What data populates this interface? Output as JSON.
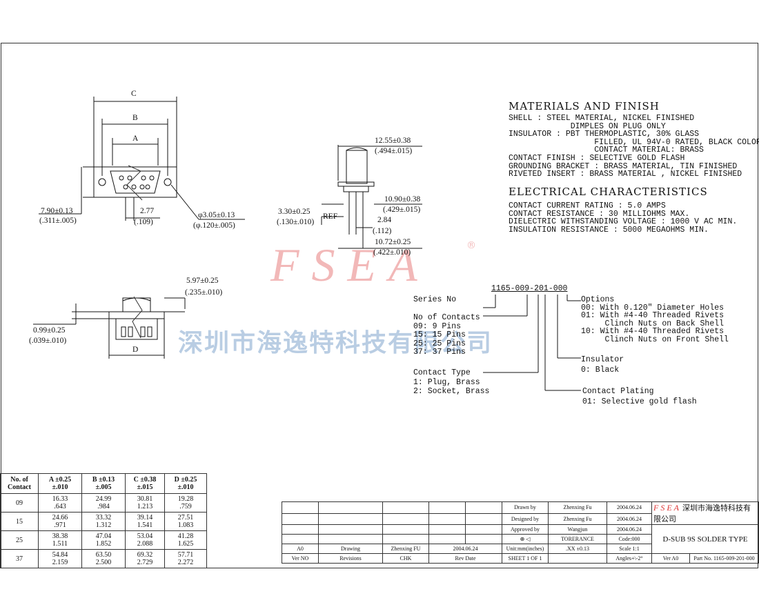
{
  "watermark": {
    "latin": "FSEA",
    "registered": "®",
    "company_cn": "深圳市海逸特科技有限公司"
  },
  "drawing1": {
    "label_c": "C",
    "label_b": "B",
    "label_a": "A",
    "dim_height": "7.90±0.13",
    "dim_height_in": "(.311±.005)",
    "dim_pitch": "2.77",
    "dim_pitch_in": "(.109)",
    "dim_hole": "φ3.05±0.13",
    "dim_hole_in": "(φ.120±.005)"
  },
  "drawing2": {
    "dim_depth": "12.55±0.38",
    "dim_depth_in": "(.494±.015)",
    "dim_body": "10.90±0.38",
    "dim_body_in": "(.429±.015)",
    "dim_flange": "3.30±0.25",
    "dim_flange_in": "(.130±.010)",
    "ref": "REF",
    "dim_pin": "2.84",
    "dim_pin_in": "(.112)",
    "dim_total": "10.72±0.25",
    "dim_total_in": "(.422±.010)"
  },
  "drawing3": {
    "dim_top": "5.97±0.25",
    "dim_top_in": "(.235±.010)",
    "dim_flange": "0.99±0.25",
    "dim_flange_in": "(.039±.010)",
    "label_d": "D"
  },
  "materials": {
    "title": "MATERIALS AND FINISH",
    "lines": [
      "SHELL : STEEL MATERIAL, NICKEL FINISHED",
      "             DIMPLES ON PLUG ONLY",
      "INSULATOR : PBT THERMOPLASTIC, 30% GLASS",
      "                  FILLED, UL 94V-0 RATED, BLACK COLOR",
      "                  CONTACT MATERIAL: BRASS",
      "CONTACT FINISH : SELECTIVE GOLD FLASH",
      "GROUNDING BRACKET : BRASS MATERIAL, TIN FINISHED",
      "RIVETED INSERT : BRASS MATERIAL , NICKEL FINISHED"
    ]
  },
  "electrical": {
    "title": "ELECTRICAL CHARACTERISTICS",
    "lines": [
      "CONTACT CURRENT RATING : 5.0 AMPS",
      "CONTACT RESISTANCE : 30 MILLIOHMS MAX.",
      "DIELECTRIC WITHSTANDING VOLTAGE : 1000 V AC MIN.",
      "INSULATION RESISTANCE : 5000 MEGAOHMS MIN."
    ]
  },
  "part_number": {
    "code": "1165-009-201-000",
    "series": "Series No",
    "contacts_title": "No of Contacts",
    "contacts": [
      "09: 9 Pins",
      "15: 15 Pins",
      "25: 25 Pins",
      "37: 37 Pins"
    ],
    "contact_type_title": "Contact Type",
    "contact_types": [
      "1: Plug, Brass",
      "2: Socket, Brass"
    ],
    "options_title": "Options",
    "options": [
      "00: With 0.120\" Diameter Holes",
      "01: With #4-40 Threaded Rivets",
      "     Clinch Nuts on Back Shell",
      "10: With #4-40 Threaded Rivets",
      "     Clinch Nuts on Front Shell"
    ],
    "insulator_title": "Insulator",
    "insulator": "0: Black",
    "plating_title": "Contact Plating",
    "plating": "01: Selective gold flash"
  },
  "contacts_table": {
    "headers": [
      {
        "main": "No. of",
        "sub": "Contact"
      },
      {
        "main": "A",
        "tol1": "±0.25",
        "tol2": "±.010"
      },
      {
        "main": "B",
        "tol1": "±0.13",
        "tol2": "±.005"
      },
      {
        "main": "C",
        "tol1": "±0.38",
        "tol2": "±.015"
      },
      {
        "main": "D",
        "tol1": "±0.25",
        "tol2": "±.010"
      }
    ],
    "rows": [
      {
        "n": "09",
        "a": "16.33",
        "a2": ".643",
        "b": "24.99",
        "b2": ".984",
        "c": "30.81",
        "c2": "1.213",
        "d": "19.28",
        "d2": ".759"
      },
      {
        "n": "15",
        "a": "24.66",
        "a2": ".971",
        "b": "33.32",
        "b2": "1.312",
        "c": "39.14",
        "c2": "1.541",
        "d": "27.51",
        "d2": "1.083"
      },
      {
        "n": "25",
        "a": "38.38",
        "a2": "1.511",
        "b": "47.04",
        "b2": "1.852",
        "c": "53.04",
        "c2": "2.088",
        "d": "41.28",
        "d2": "1.625"
      },
      {
        "n": "37",
        "a": "54.84",
        "a2": "2.159",
        "b": "63.50",
        "b2": "2.500",
        "c": "69.32",
        "c2": "2.729",
        "d": "57.71",
        "d2": "2.272"
      }
    ]
  },
  "title_block": {
    "drawn_label": "Drawn  by",
    "drawn_by": "Zhenxing Fu",
    "drawn_date": "2004.06.24",
    "designed_label": "Designed by",
    "designed_by": "Zhenxing Fu",
    "designed_date": "2004.06.24",
    "approved_label": "Approved by",
    "approved_by": "Wangjun",
    "approved_date": "2004.06.24",
    "tolerance_label": "TORERANCE",
    "code": "Code:000",
    "units": "Unit:mm(inches)",
    "tol_value": ".XX  ±0.13",
    "scale": "Scale 1:1",
    "sheet": "SHEET 1 OF 1",
    "angles": "Angles+\\-2°",
    "rev_a0": "A0",
    "rev_drawing": "Drawing",
    "rev_by": "Zhenxing FU",
    "rev_date": "2004.06.24",
    "ver_no": "Ver NO",
    "revisions": "Revisions",
    "chk": "CHK",
    "rev_date_label": "Rev Date",
    "logo": "FSEA",
    "company": "深圳市海逸特科技有限公司",
    "title": "D-SUB  9S SOLDER TYPE",
    "ver": "Ver A0",
    "part_no": "Part No. 1165-009-201-000"
  }
}
